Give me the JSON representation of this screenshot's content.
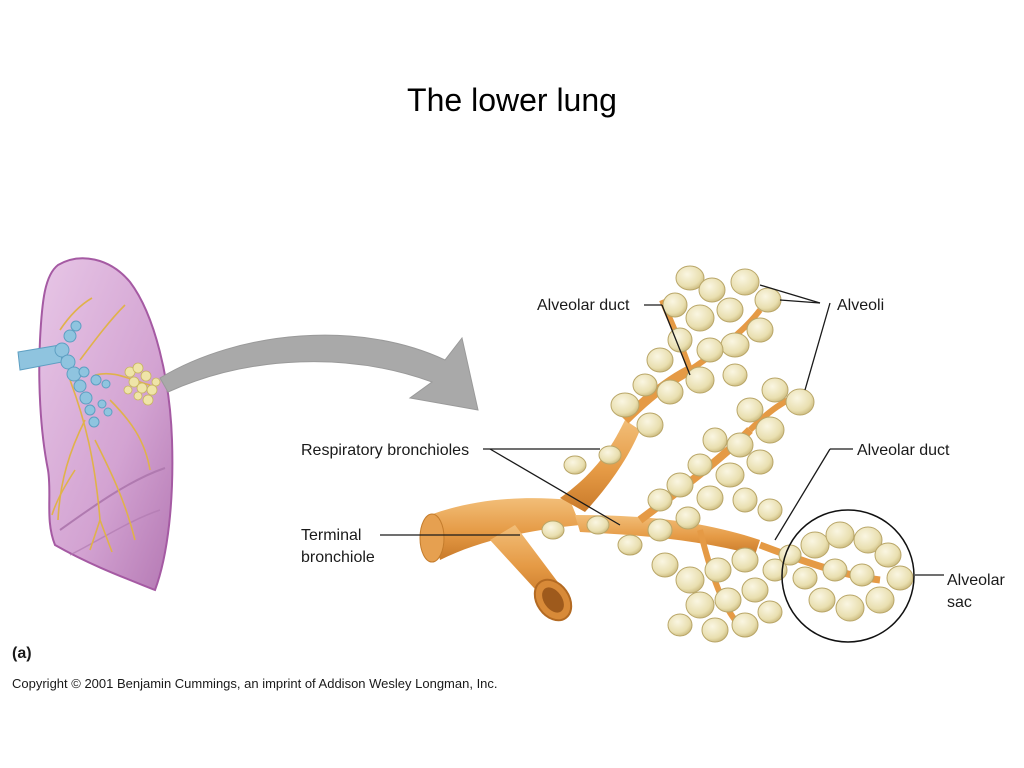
{
  "slide": {
    "title": "The lower lung"
  },
  "figure": {
    "labels": {
      "alveolar_duct_top": "Alveolar duct",
      "alveoli": "Alveoli",
      "respiratory_bronchioles": "Respiratory bronchioles",
      "alveolar_duct_right": "Alveolar duct",
      "terminal_line1": "Terminal",
      "terminal_line2": "bronchiole",
      "alveolar_sac_line1": "Alveolar",
      "alveolar_sac_line2": "sac"
    },
    "panel_label": "(a)",
    "copyright": "Copyright © 2001 Benjamin Cummings, an imprint of Addison Wesley Longman, Inc."
  },
  "colors": {
    "lung_fill": "#cf9fce",
    "lung_edge": "#a55aa3",
    "airway": "#8fc4df",
    "bronchiole": "#e8a24e",
    "alveolus": "#ece3b8",
    "arrow": "#a9a9a9"
  }
}
